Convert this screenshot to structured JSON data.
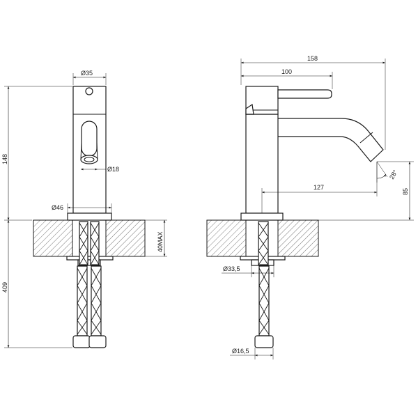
{
  "dimensions": {
    "spout_diameter": "Ø35",
    "aerator_diameter": "Ø18",
    "base_diameter": "Ø46",
    "total_height": "148",
    "max_counter": "40MAX",
    "hose_length": "409",
    "overall_width": "158",
    "spout_width": "100",
    "reach": "127",
    "angle": "28°",
    "spout_height": "85",
    "shank_diameter": "Ø33,5",
    "hose_diameter": "Ø16,5"
  }
}
